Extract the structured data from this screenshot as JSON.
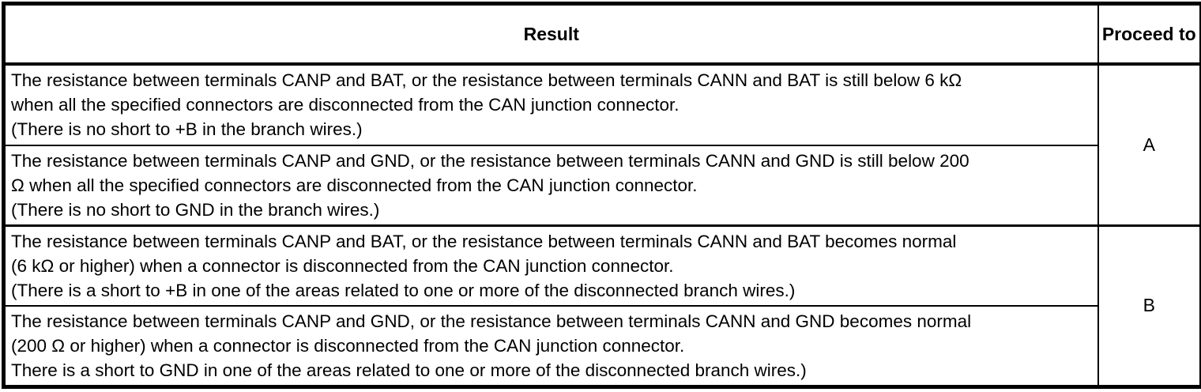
{
  "table": {
    "header": {
      "result": "Result",
      "proceed": "Proceed to"
    },
    "groups": [
      {
        "proceed": "A",
        "rows": [
          {
            "lines": [
              "The resistance between terminals CANP and BAT, or the resistance between terminals CANN and BAT is still below 6 kΩ",
              "when all the specified connectors are disconnected from the CAN junction connector.",
              "(There is no short to +B in the branch wires.)"
            ]
          },
          {
            "lines": [
              "The resistance between terminals CANP and GND, or the resistance between terminals CANN and GND is still below 200",
              "Ω when all the specified connectors are disconnected from the CAN junction connector.",
              "(There is no short to GND in the branch wires.)"
            ]
          }
        ]
      },
      {
        "proceed": "B",
        "rows": [
          {
            "lines": [
              "The resistance between terminals CANP and BAT, or the resistance between terminals CANN and BAT becomes normal",
              "(6 kΩ or higher) when a connector is disconnected from the CAN junction connector.",
              "(There is a short to +B in one of the areas related to one or more of the disconnected branch wires.)"
            ]
          },
          {
            "lines": [
              "The resistance between terminals CANP and GND, or the resistance between terminals CANN and GND becomes normal",
              "(200 Ω or higher) when a connector is disconnected from the CAN junction connector.",
              "There is a short to GND in one of the areas related to one or more of the disconnected branch wires.)"
            ]
          }
        ]
      }
    ],
    "colors": {
      "border": "#000000",
      "text": "#000000",
      "background": "#ffffff"
    }
  }
}
